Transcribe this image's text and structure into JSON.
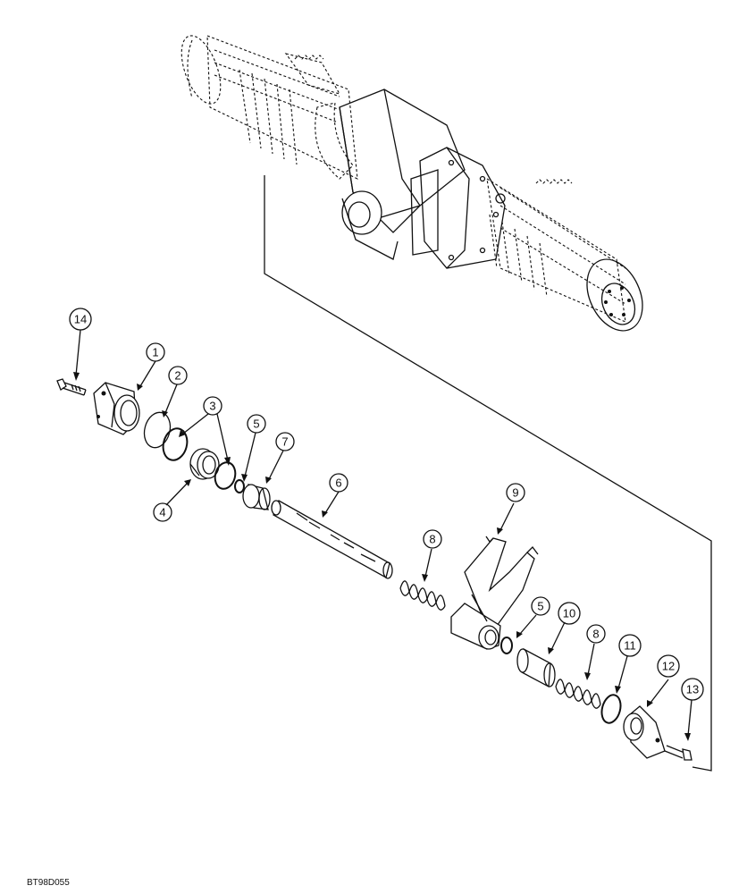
{
  "figure_code": "BT98D055",
  "callouts": {
    "c1": "1",
    "c2": "2",
    "c3": "3",
    "c4": "4",
    "c5a": "5",
    "c5b": "5",
    "c6": "6",
    "c7": "7",
    "c8a": "8",
    "c8b": "8",
    "c9": "9",
    "c10": "10",
    "c11": "11",
    "c12": "12",
    "c13": "13",
    "c14": "14"
  }
}
